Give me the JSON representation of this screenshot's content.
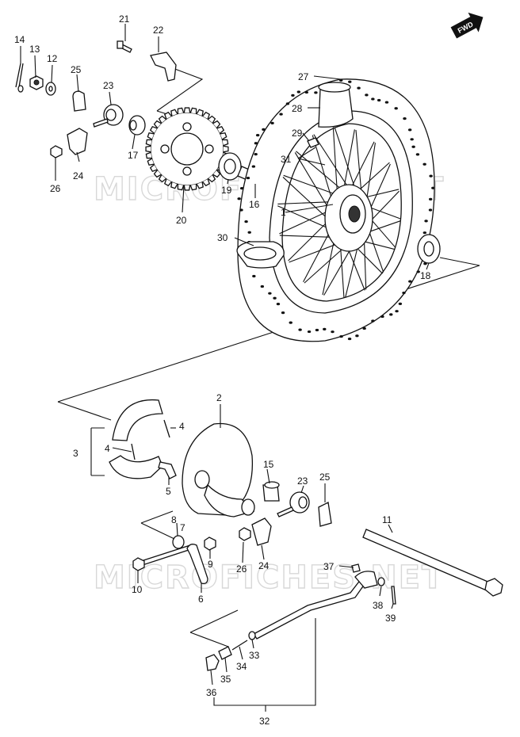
{
  "labels": {
    "p1": "1",
    "p2": "2",
    "p3": "3",
    "p4a": "4",
    "p4b": "4",
    "p5": "5",
    "p6": "6",
    "p7": "7",
    "p8": "8",
    "p9": "9",
    "p10": "10",
    "p11": "11",
    "p12": "12",
    "p13": "13",
    "p14": "14",
    "p15": "15",
    "p16": "16",
    "p17": "17",
    "p18": "18",
    "p19": "19",
    "p20": "20",
    "p21": "21",
    "p22": "22",
    "p23a": "23",
    "p23b": "23",
    "p24a": "24",
    "p24b": "24",
    "p25a": "25",
    "p25b": "25",
    "p26a": "26",
    "p26b": "26",
    "p27": "27",
    "p28": "28",
    "p29": "29",
    "p30": "30",
    "p31": "31",
    "p32": "32",
    "p33": "33",
    "p34": "34",
    "p35": "35",
    "p36": "36",
    "p37": "37",
    "p38": "38",
    "p39": "39"
  },
  "fwd_label": "FWD",
  "watermark_text": "MICROFICHES.NET"
}
